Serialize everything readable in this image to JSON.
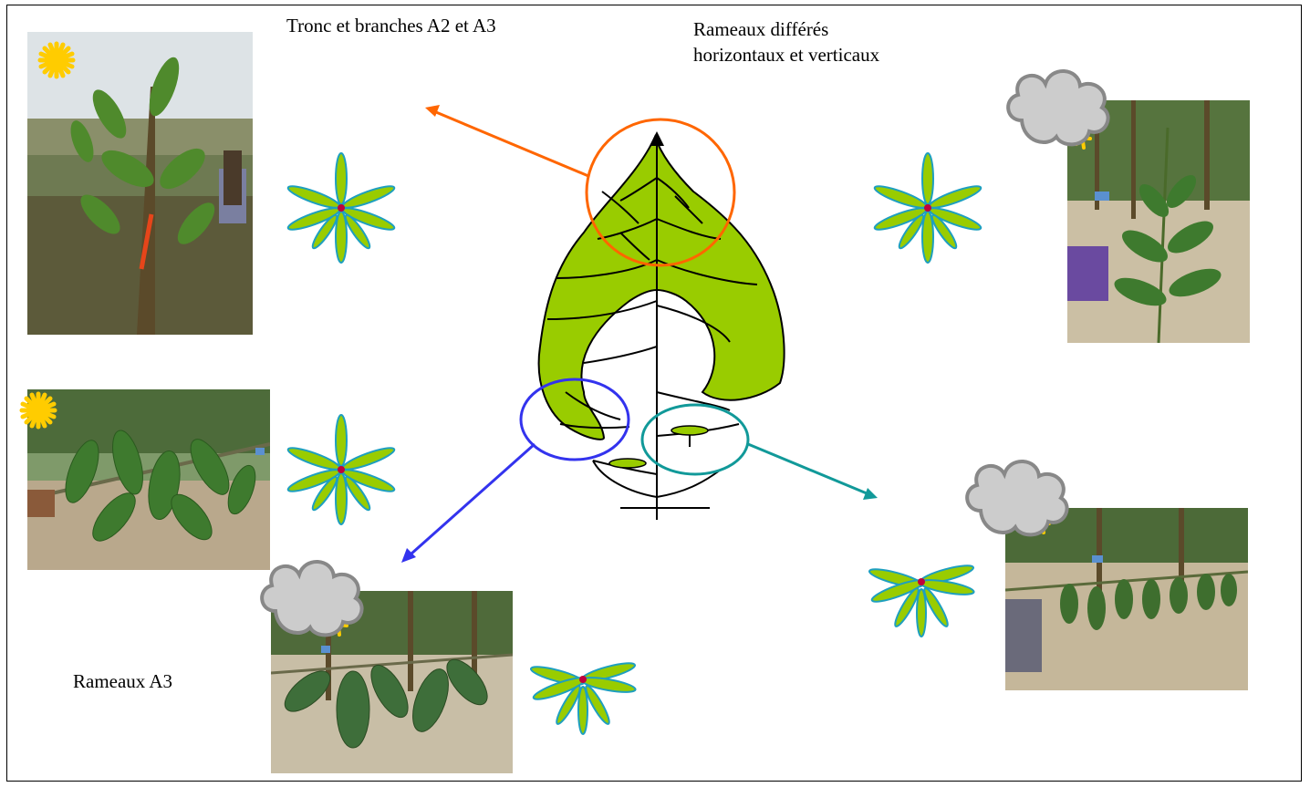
{
  "labels": {
    "trunk": "Tronc et branches A2 et A3",
    "delayed_line1": "Rameaux différés",
    "delayed_line2": "horizontaux et verticaux",
    "a3": "Rameaux A3"
  },
  "colors": {
    "leaf_green": "#99cc00",
    "leaf_outline": "#1e9fbf",
    "flower_center": "#c0003c",
    "orange": "#ff6600",
    "blue": "#3333ee",
    "teal": "#119999",
    "sun": "#ffcc00",
    "cloud": "#cccccc"
  },
  "icons": [
    "sun-icon",
    "cloud-icon",
    "flower-icon"
  ]
}
